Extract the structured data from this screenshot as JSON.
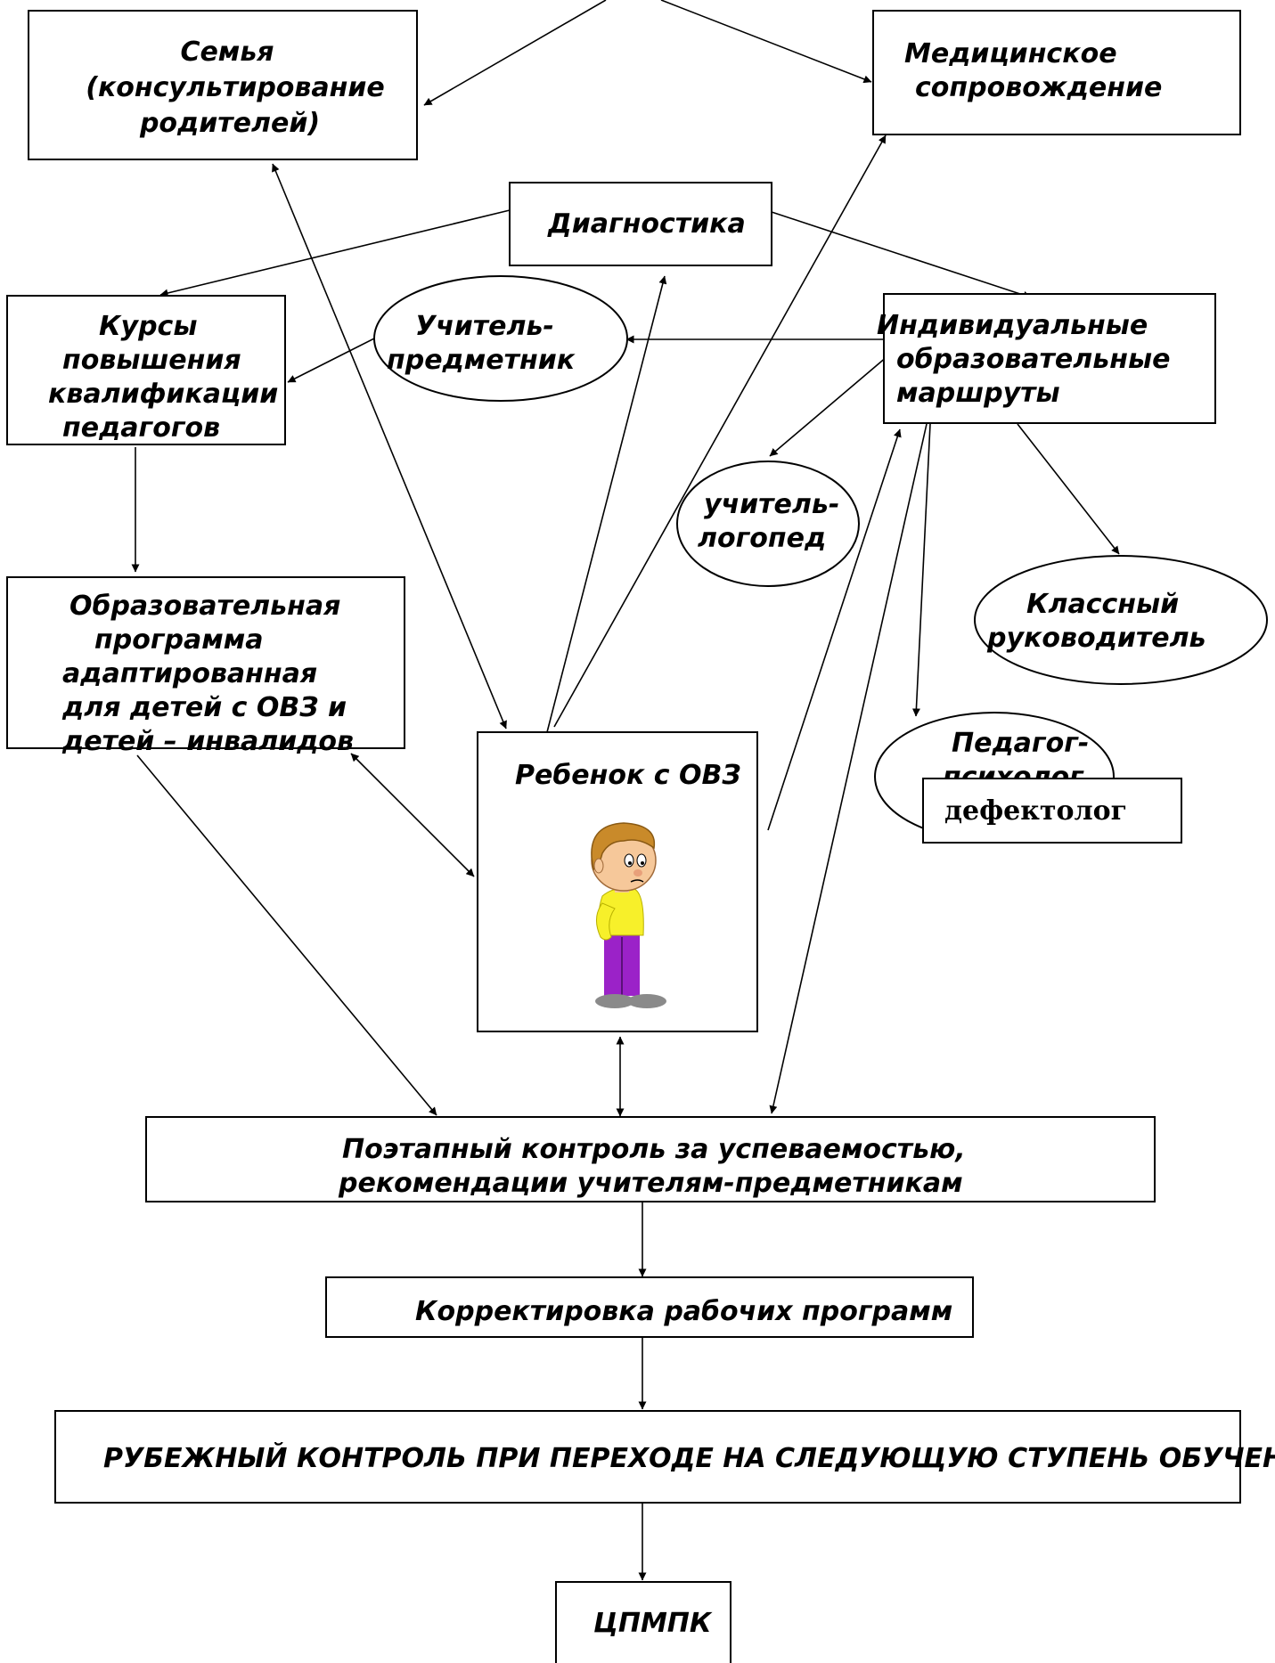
{
  "nodes": {
    "family": [
      "Семья",
      "(консультирование",
      "родителей)"
    ],
    "medical": [
      "Медицинское",
      "сопровождение"
    ],
    "diagnostics": [
      "Диагностика"
    ],
    "courses": [
      "Курсы",
      "повышения",
      "квалификации",
      "педагогов"
    ],
    "subject_teacher": [
      "Учитель-",
      "предметник"
    ],
    "individual_routes": [
      "Индивидуальные",
      "образовательные",
      "маршруты"
    ],
    "speech_teacher": [
      "учитель-",
      "логопед"
    ],
    "class_teacher": [
      "Классный",
      "руководитель"
    ],
    "edu_program": [
      "Образовательная",
      "программа",
      "адаптированная",
      "для детей с ОВЗ и",
      "детей – инвалидов"
    ],
    "child": [
      "Ребенок с ОВЗ"
    ],
    "psychologist": [
      "Педагог-",
      "психолог"
    ],
    "defectologist": [
      "дефектолог"
    ],
    "stage_control": [
      "Поэтапный контроль за успеваемостью,",
      "рекомендации учителям-предметникам"
    ],
    "correction": [
      "Корректировка рабочих программ"
    ],
    "milestone": [
      "РУБЕЖНЫЙ КОНТРОЛЬ ПРИ ПЕРЕХОДЕ НА СЛЕДУЮЩУЮ СТУПЕНЬ ОБУЧЕНИЯ"
    ],
    "cpmpk": [
      "ЦПМПК"
    ]
  },
  "colors": {
    "child_shirt": "#f7f02a",
    "child_pants": "#9b22c8",
    "child_hair": "#c98a2a",
    "child_skin": "#f6c89a",
    "child_shoes": "#8a8a8a"
  }
}
